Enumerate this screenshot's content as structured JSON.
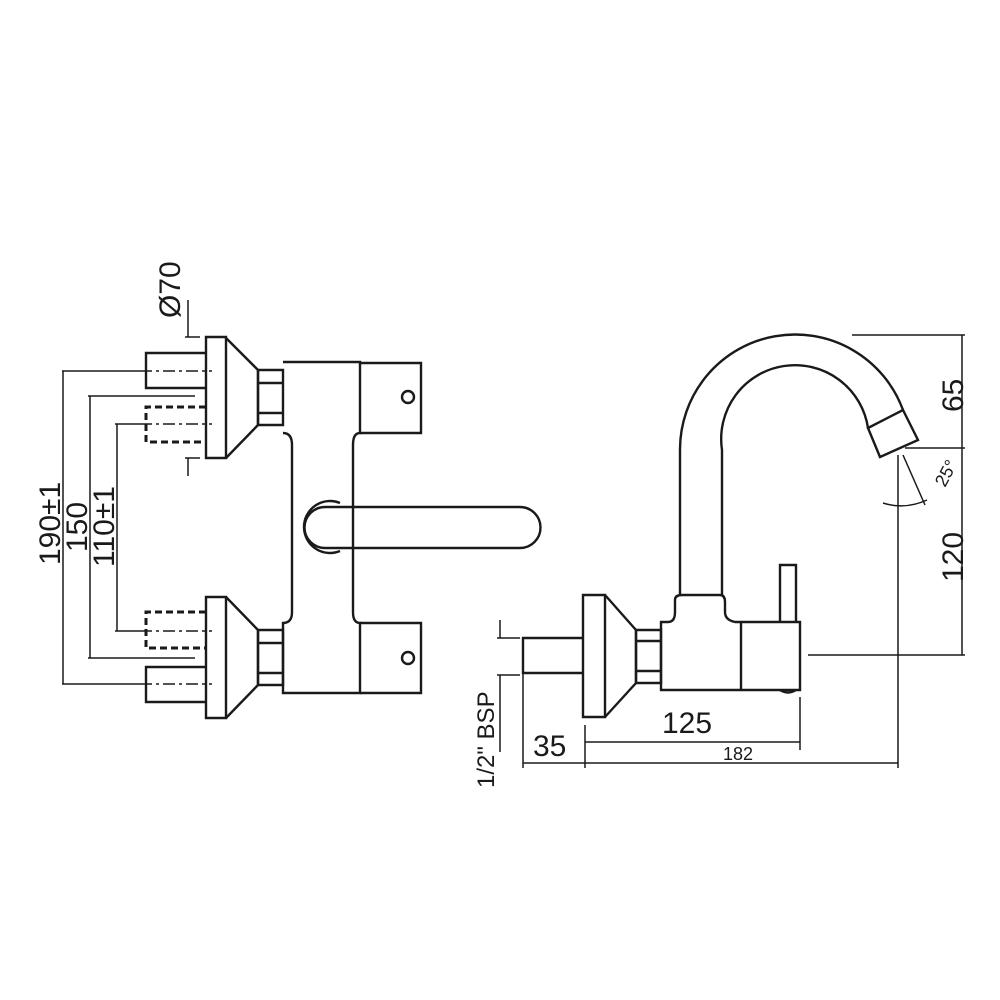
{
  "front_view": {
    "dimensions": {
      "flange_diameter": "Ø70",
      "outer_centers": "190±1",
      "middle_span": "150",
      "inner_centers": "110±1"
    }
  },
  "side_view": {
    "dimensions": {
      "spout_top": "65",
      "spout_height": "120",
      "spout_angle": "25°",
      "inlet_thread": "1/2\" BSP",
      "inlet_length": "35",
      "body_length": "125",
      "total_reach": "182"
    }
  }
}
